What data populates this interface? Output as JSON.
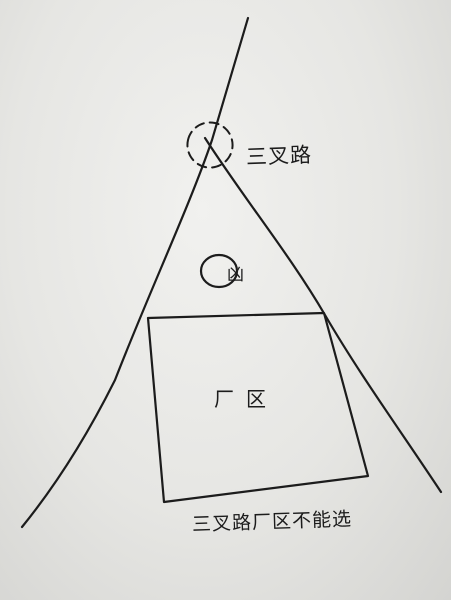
{
  "labels": {
    "junction": "三叉路",
    "bad_omen": "凶",
    "factory": "厂区",
    "rule": "三叉路厂区不能选"
  }
}
